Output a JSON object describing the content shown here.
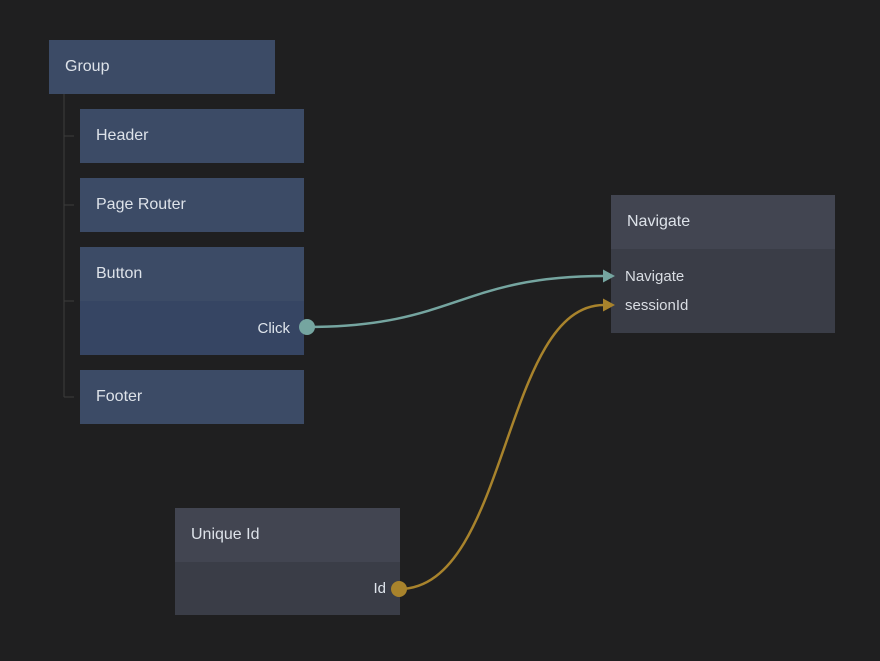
{
  "canvas": {
    "background": "#1f1f20"
  },
  "colors": {
    "blue_node": "#3c4b66",
    "blue_node_body": "#364563",
    "gray_node_header": "#424551",
    "gray_node_body": "#3a3d47",
    "teal_accent": "#75a5a0",
    "gold_accent": "#a8832c",
    "tree_line": "#3c3c3c",
    "text": "#dde2e9"
  },
  "nodes": {
    "group": {
      "title": "Group"
    },
    "header": {
      "title": "Header"
    },
    "page_router": {
      "title": "Page Router"
    },
    "button": {
      "title": "Button",
      "output_ports": [
        {
          "label": "Click",
          "color": "#75a5a0"
        }
      ]
    },
    "footer": {
      "title": "Footer"
    },
    "navigate": {
      "title": "Navigate",
      "input_ports": [
        {
          "label": "Navigate",
          "color": "#75a5a0"
        },
        {
          "label": "sessionId",
          "color": "#a8832c"
        }
      ]
    },
    "unique_id": {
      "title": "Unique Id",
      "output_ports": [
        {
          "label": "Id",
          "color": "#a8832c"
        }
      ]
    }
  },
  "edges": [
    {
      "from": "Button.Click",
      "to": "Navigate.Navigate",
      "color": "#75a5a0"
    },
    {
      "from": "Unique Id.Id",
      "to": "Navigate.sessionId",
      "color": "#a8832c"
    }
  ]
}
